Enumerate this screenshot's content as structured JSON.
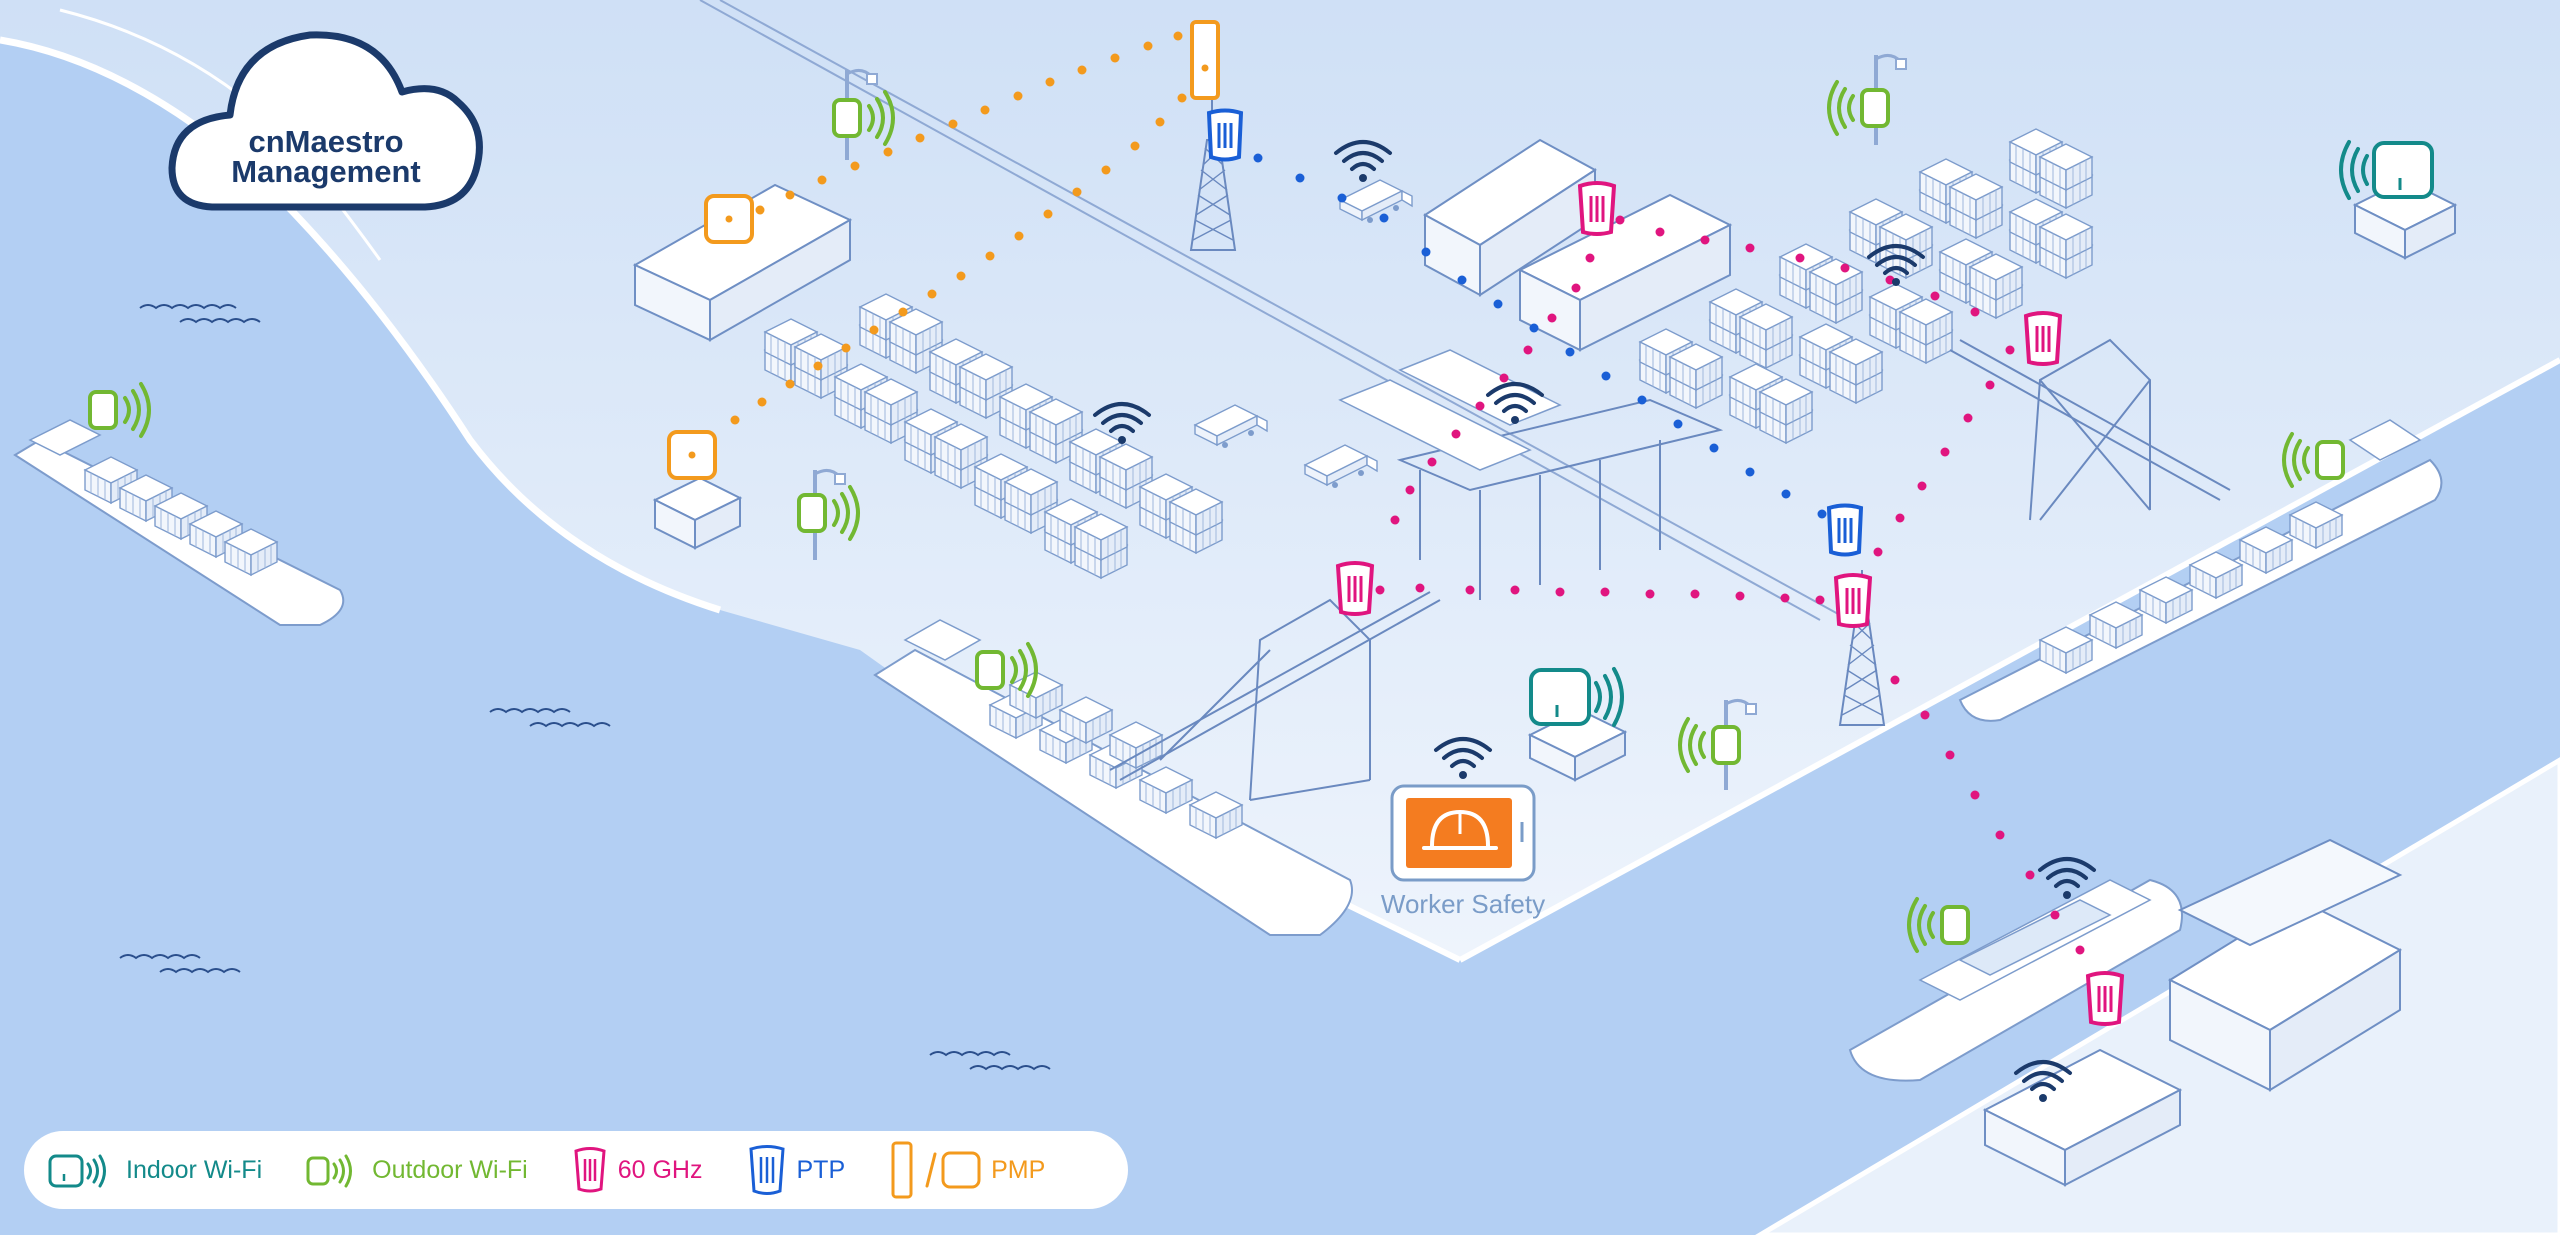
{
  "diagram": {
    "cloud_title_line1": "cnMaestro",
    "cloud_title_line2": "Management",
    "worker_safety_label": "Worker Safety"
  },
  "legend": {
    "items": [
      {
        "label": "Indoor Wi-Fi",
        "color": "#138a8a",
        "icon": "indoor-wifi-icon"
      },
      {
        "label": "Outdoor Wi-Fi",
        "color": "#72b832",
        "icon": "outdoor-wifi-icon"
      },
      {
        "label": "60 GHz",
        "color": "#e0157f",
        "icon": "60ghz-radio-icon"
      },
      {
        "label": "PTP",
        "color": "#1a5fd6",
        "icon": "ptp-radio-icon"
      },
      {
        "label": "PMP",
        "color": "#f39a1d",
        "icon": "pmp-radio-icon"
      }
    ]
  },
  "colors": {
    "water": "#b3cff3",
    "land": "#dde9f8",
    "outline": "#5d7fb8",
    "indoor_wifi": "#138a8a",
    "outdoor_wifi": "#72b832",
    "ghz60": "#e0157f",
    "ptp": "#1a5fd6",
    "pmp": "#f39a1d",
    "wifi_signal": "#1b3a6b",
    "worker_safety": "#f47c20"
  }
}
